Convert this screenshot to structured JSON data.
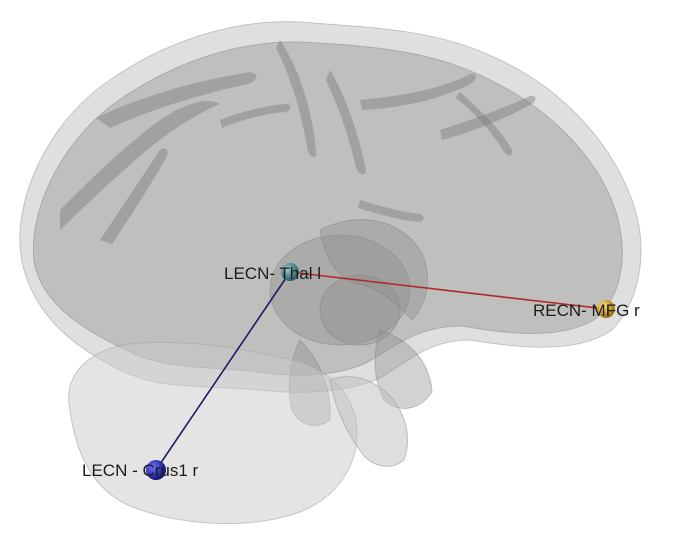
{
  "nodes": {
    "thal": {
      "label": "LECN- Thal l",
      "color": "#3f7b86"
    },
    "mfg": {
      "label": "RECN- MFG r",
      "color": "#d19a0e"
    },
    "crus": {
      "label": "LECN - Crus1 r",
      "color": "#1b1fb8"
    }
  },
  "edges": {
    "thal_mfg": {
      "color": "#b22a2a"
    },
    "thal_crus": {
      "color": "#1a1f63"
    }
  }
}
